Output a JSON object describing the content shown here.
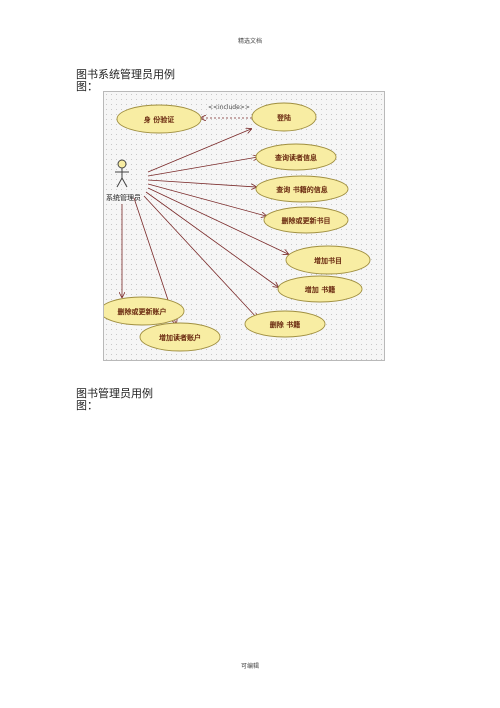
{
  "header": {
    "text": "精选文档"
  },
  "section1": {
    "title_line1": "图书系统管理员用例",
    "title_line2": "图："
  },
  "diagram": {
    "actor": "系统管理员",
    "include_label": "<<include>>",
    "usecases": {
      "identity": "身 份验证",
      "login": "登陆",
      "query_reader": "查询读者信息",
      "query_book": "查询 书籍的信息",
      "delete_update_book": "删除或更新书目",
      "add_book": "增加书目",
      "add_book2": "增加 书籍",
      "delete_book": "删除 书籍",
      "delete_update_account": "删除或更新账户",
      "add_reader_account": "增加读者账户"
    },
    "colors": {
      "ellipse_fill": "#f8eda3",
      "ellipse_stroke": "#a08f40",
      "line": "#7a2a2a"
    }
  },
  "section2": {
    "title_line1": "图书管理员用例",
    "title_line2": "图："
  },
  "footer": {
    "text": "可编辑"
  }
}
